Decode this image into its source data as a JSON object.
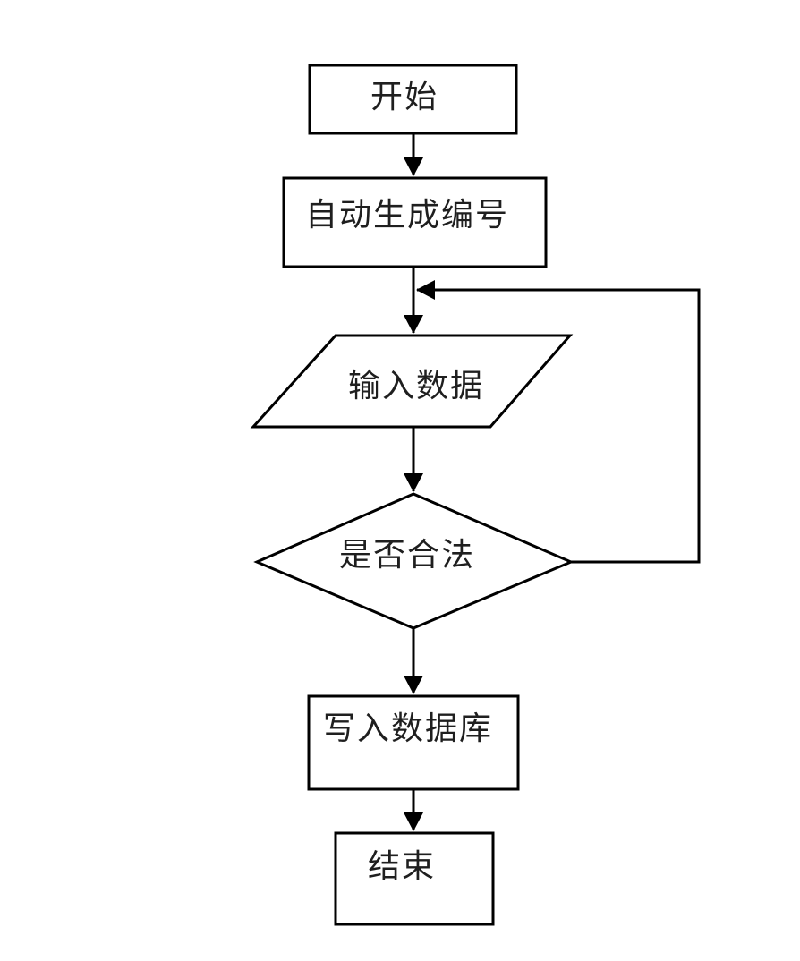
{
  "diagram": {
    "kind": "flowchart",
    "background_color": "#ffffff",
    "line_color": "#000000",
    "text_color": "#1f1f1f",
    "nodes": [
      {
        "id": "start",
        "shape": "rectangle",
        "label": "开始"
      },
      {
        "id": "auto-number",
        "shape": "rectangle",
        "label": "自动生成编号"
      },
      {
        "id": "input-data",
        "shape": "parallelogram",
        "label": "输入数据"
      },
      {
        "id": "validity-check",
        "shape": "diamond",
        "label": "是否合法"
      },
      {
        "id": "write-db",
        "shape": "rectangle",
        "label": "写入数据库"
      },
      {
        "id": "end",
        "shape": "rectangle",
        "label": "结束"
      }
    ],
    "edges": [
      {
        "from": "start",
        "to": "auto-number",
        "style": "straight-arrow"
      },
      {
        "from": "auto-number",
        "to": "input-data",
        "style": "straight-arrow"
      },
      {
        "from": "input-data",
        "to": "validity-check",
        "style": "straight-arrow"
      },
      {
        "from": "validity-check",
        "to": "write-db",
        "style": "straight-arrow"
      },
      {
        "from": "write-db",
        "to": "end",
        "style": "straight-arrow"
      },
      {
        "from": "validity-check",
        "to": "input-data",
        "style": "loopback-right-arrow"
      }
    ]
  }
}
